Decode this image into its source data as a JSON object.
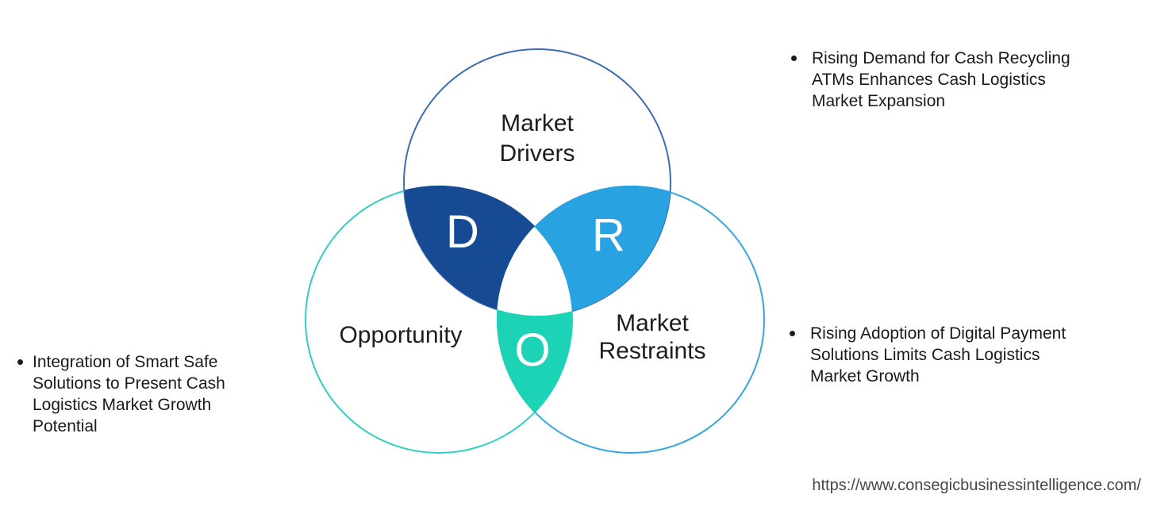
{
  "venn": {
    "drivers": {
      "label_lines": [
        "Market",
        "Drivers"
      ],
      "letter": "D",
      "outline_color": "#3a6db4",
      "fill_color": "#164a92"
    },
    "opportunity": {
      "label_lines": [
        "Opportunity"
      ],
      "letter": "O",
      "outline_color": "#2fd0c2",
      "fill_color": "#1dd3b6"
    },
    "restraints": {
      "label_lines": [
        "Market",
        "Restraints"
      ],
      "letter": "R",
      "outline_color": "#35a6e0",
      "fill_color": "#29a2e2"
    },
    "center_color": "#ffffff"
  },
  "bullets": {
    "drivers": {
      "lines": [
        "Rising Demand for Cash Recycling",
        "ATMs Enhances Cash Logistics",
        "Market Expansion"
      ]
    },
    "restraints": {
      "lines": [
        "Rising Adoption of Digital Payment",
        "Solutions Limits Cash Logistics",
        "Market Growth"
      ]
    },
    "opportunity": {
      "lines": [
        "Integration of Smart Safe",
        "Solutions to Present Cash",
        "Logistics Market Growth",
        "Potential"
      ]
    }
  },
  "footer": {
    "url": "https://www.consegicbusinessintelligence.com/"
  }
}
